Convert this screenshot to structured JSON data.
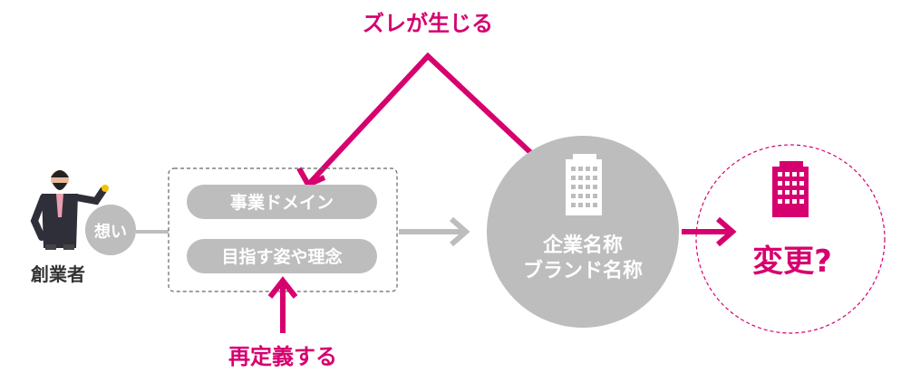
{
  "top_label": "ズレが生じる",
  "bottom_label": "再定義する",
  "founder": {
    "label": "創業者",
    "thought": "想い"
  },
  "box_items": [
    "事業ドメイン",
    "目指す姿や理念"
  ],
  "company": {
    "line1": "企業名称",
    "line2": "ブランド名称"
  },
  "result": "変更?",
  "colors": {
    "accent": "#d6006f",
    "gray": "#bdbdbd",
    "white": "#ffffff",
    "dark": "#333333"
  }
}
